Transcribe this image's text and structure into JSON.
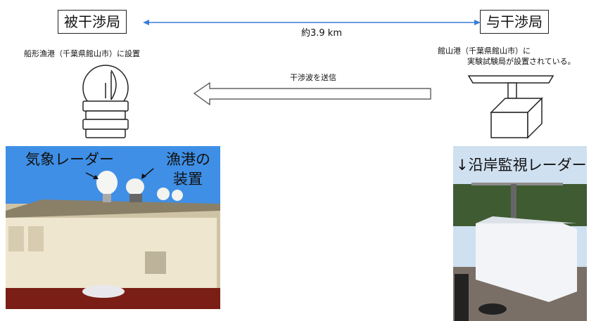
{
  "left_station": {
    "label": "被干渉局",
    "caption": "船形漁港（千葉県館山市）に設置",
    "photo_text_1": "気象レーダー",
    "photo_text_2a": "漁港の",
    "photo_text_2b": "装置"
  },
  "right_station": {
    "label": "与干渉局",
    "caption_line1": "館山港（千葉県館山市）に",
    "caption_line2": "実験試験局が設置されている。",
    "photo_text": "↓沿岸監視レーダー"
  },
  "distance_label": "約3.9 km",
  "interference_label": "干渉波を送信",
  "colors": {
    "distance_arrow": "#3b7dd8",
    "sky": "#3f8fe6",
    "building": "#efe6cf",
    "container": "#f2f4f7"
  }
}
